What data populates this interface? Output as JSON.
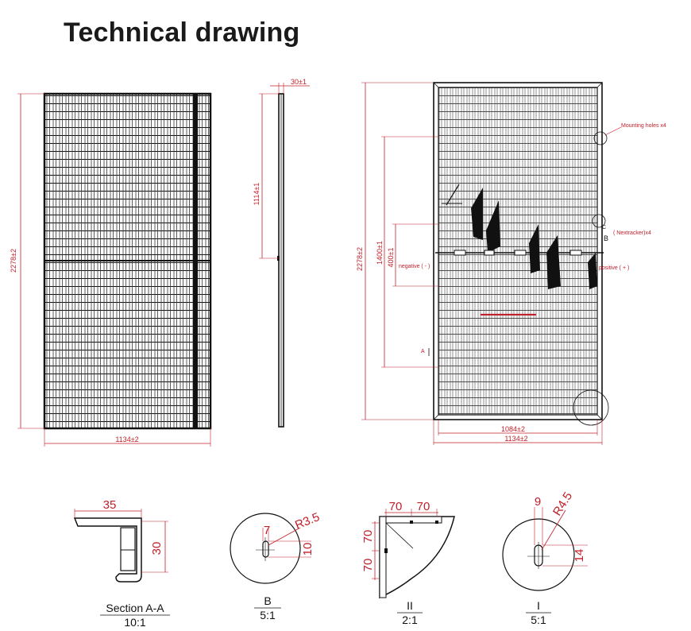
{
  "title": "Technical drawing",
  "colors": {
    "dimension": "#c0202a",
    "outline": "#111111",
    "panel": "#222222"
  },
  "front_view": {
    "height": "2278±2",
    "width": "1134±2"
  },
  "side_view": {
    "thickness": "30±1",
    "half_height": "1114±1"
  },
  "back_view": {
    "height": "2278±2",
    "mount_spacing": "1400±1",
    "cable_span": "400±1",
    "inner_width": "1084±2",
    "outer_width": "1134±2",
    "mounting_holes": "Mounting holes x4",
    "nextracker": "( Nextracker)x4",
    "negative": "negative ( - )",
    "positive": "positive ( + )",
    "point_b": "B",
    "point_c": "C",
    "point_a": "A"
  },
  "details": {
    "section_aa": {
      "label": "Section A-A",
      "scale": "10:1",
      "width": "35",
      "height": "30"
    },
    "detail_b": {
      "label": "B",
      "scale": "5:1",
      "dim_a": "7",
      "radius": "R3.5",
      "dim_b": "10"
    },
    "detail_ii": {
      "label": "II",
      "scale": "2:1",
      "top_a": "70",
      "top_b": "70",
      "side_a": "70",
      "side_b": "70"
    },
    "detail_i": {
      "label": "I",
      "scale": "5:1",
      "dim_a": "9",
      "radius": "R4.5",
      "dim_b": "14"
    }
  }
}
